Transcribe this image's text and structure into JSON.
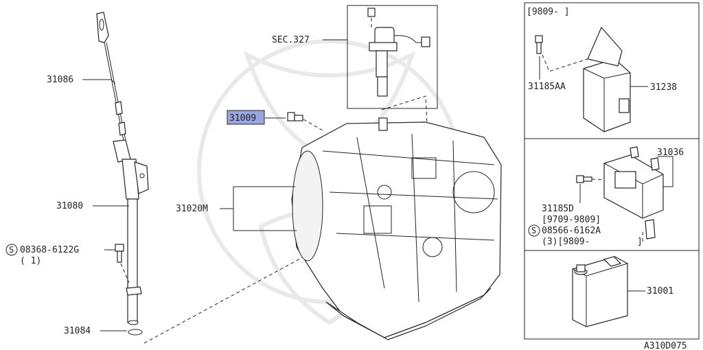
{
  "callouts": {
    "dipstick": "31086",
    "charging_pipe": "31080",
    "bolt_code": "08368-6122G",
    "bolt_qty": "( 1)",
    "o_ring": "31084",
    "plug": "31009",
    "transmission": "31020M",
    "section_ref": "SEC.327"
  },
  "panel_top": {
    "date_range": "[9809-     ]",
    "bolt": "31185AA",
    "unit": "31238"
  },
  "panel_middle": {
    "unit": "31036",
    "bolt": "31185D",
    "bolt_date": "[9709-9809]",
    "screw_code": "08566-6162A",
    "screw_qty_date": "(3)[9809-",
    "screw_close": "]"
  },
  "panel_bottom": {
    "can": "31001"
  },
  "diagram_code": "A310D075",
  "symbols": {
    "s_mark": "S"
  },
  "colors": {
    "highlight": "#9aa6e0",
    "line": "#222222",
    "watermark": "#e9e9e9"
  }
}
